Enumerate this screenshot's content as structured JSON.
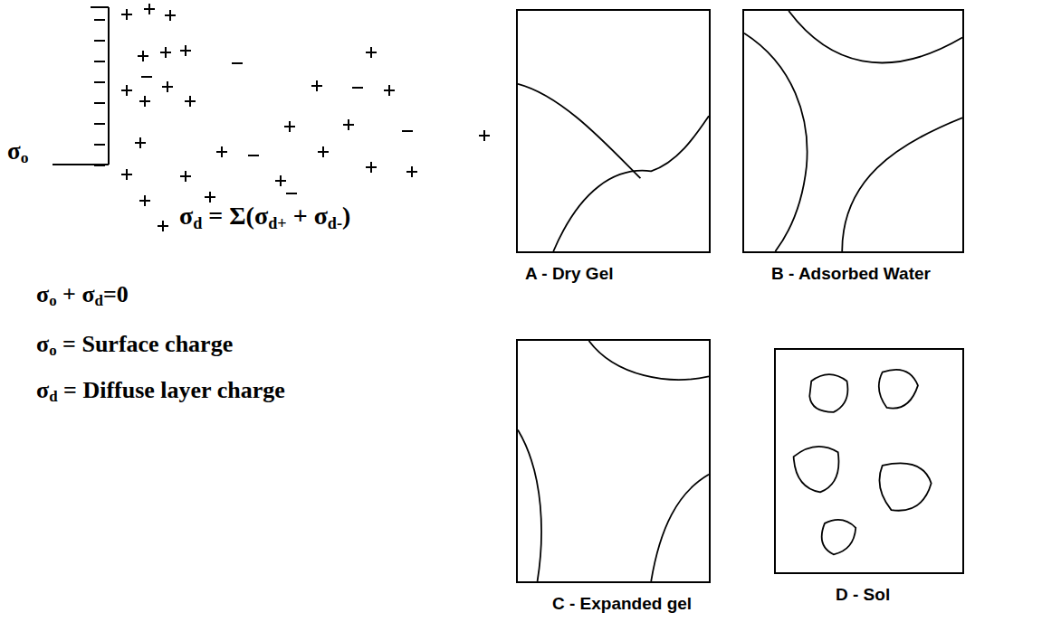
{
  "diagram": {
    "nodes": [
      {
        "text": [
          "A - Dry Gel"
        ]
      },
      {
        "text": [
          "B - Adsorbed Water"
        ]
      },
      {
        "text": [
          "C - Expanded gel"
        ]
      },
      {
        "text": [
          "D - Sol"
        ]
      }
    ],
    "labels": [
      "σo",
      "σd = Σ(σd+ + σd-)",
      "σo + σd=0",
      "σo = Surface charge",
      "σd = Diffuse layer charge"
    ]
  }
}
